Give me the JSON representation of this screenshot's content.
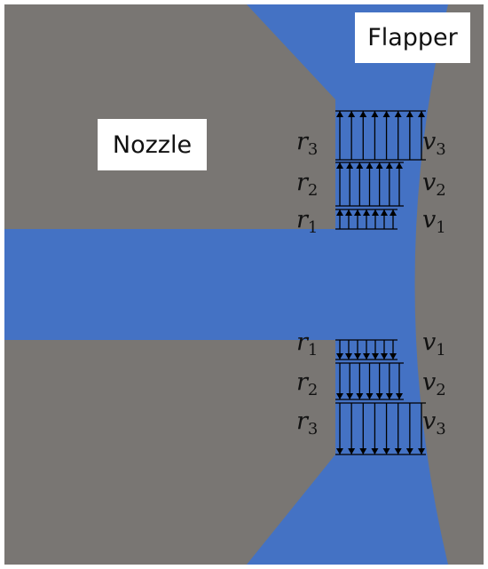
{
  "labels": {
    "nozzle": "Nozzle",
    "flapper": "Flapper"
  },
  "symbols": {
    "upper": [
      {
        "r": "r",
        "r_sub": "3",
        "v": "v",
        "v_sub": "3"
      },
      {
        "r": "r",
        "r_sub": "2",
        "v": "v",
        "v_sub": "2"
      },
      {
        "r": "r",
        "r_sub": "1",
        "v": "v",
        "v_sub": "1"
      }
    ],
    "lower": [
      {
        "r": "r",
        "r_sub": "1",
        "v": "v",
        "v_sub": "1"
      },
      {
        "r": "r",
        "r_sub": "2",
        "v": "v",
        "v_sub": "2"
      },
      {
        "r": "r",
        "r_sub": "3",
        "v": "v",
        "v_sub": "3"
      }
    ]
  },
  "colors": {
    "body": "#797673",
    "fluid": "#4472c4",
    "arrow": "#000000",
    "label_bg": "#ffffff"
  }
}
